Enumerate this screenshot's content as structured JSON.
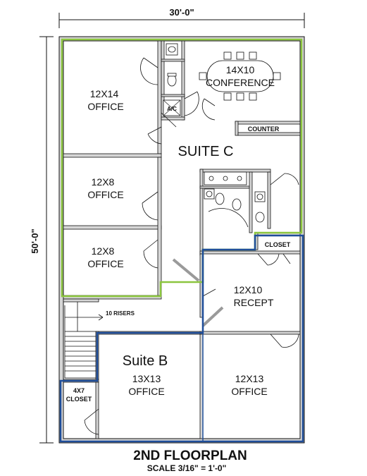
{
  "dimensions": {
    "width_label": "30'-0\"",
    "height_label": "50'-0\""
  },
  "rooms": [
    {
      "id": "office-1",
      "size": "12X14",
      "name": "OFFICE"
    },
    {
      "id": "conference",
      "size": "14X10",
      "name": "CONFERENCE"
    },
    {
      "id": "office-2",
      "size": "12X8",
      "name": "OFFICE"
    },
    {
      "id": "office-3",
      "size": "12X8",
      "name": "OFFICE"
    },
    {
      "id": "reception",
      "size": "12X10",
      "name": "RECEPT"
    },
    {
      "id": "office-4",
      "size": "13X13",
      "name": "OFFICE"
    },
    {
      "id": "office-5",
      "size": "12X13",
      "name": "OFFICE"
    },
    {
      "id": "closet-small",
      "size": "4X7",
      "name": "CLOSET"
    }
  ],
  "labels": {
    "ac": "A/C",
    "counter": "COUNTER",
    "closet": "CLOSET",
    "risers": "10 RISERS",
    "suite_c": "SUITE C",
    "suite_b": "Suite B"
  },
  "title": {
    "main": "2ND FLOORPLAN",
    "scale": "SCALE 3/16\" = 1'-0\""
  },
  "colors": {
    "suite_c_outline": "#8cc63f",
    "suite_b_outline": "#1f4e9a",
    "walls": "#111111",
    "walls_fill": "#cfcfcf"
  }
}
